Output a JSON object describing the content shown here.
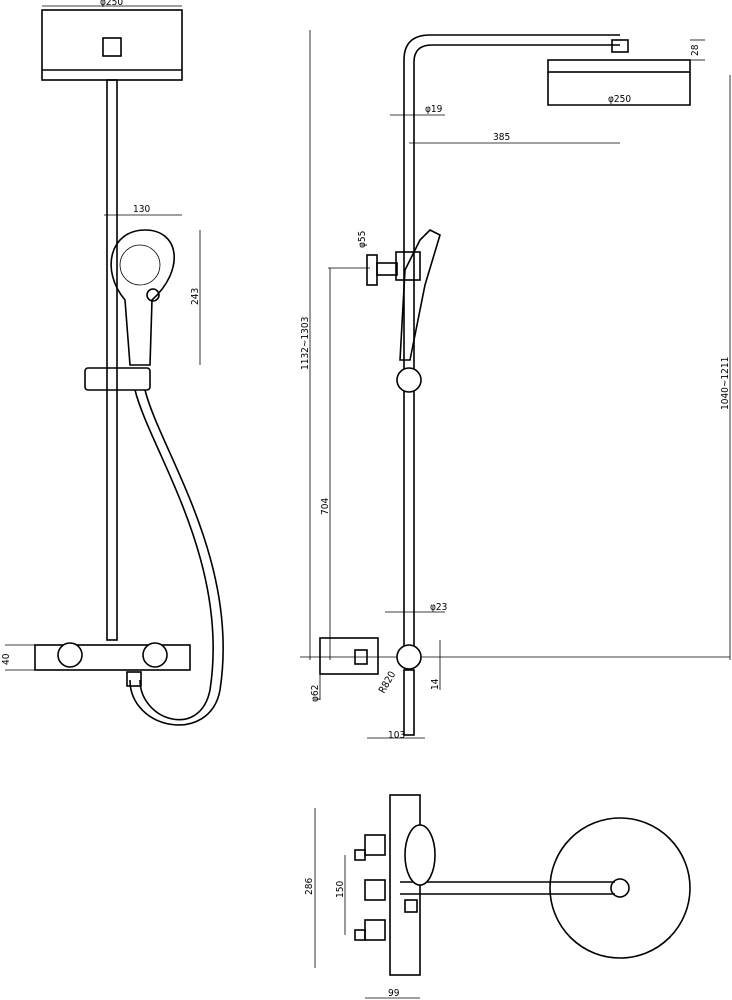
{
  "title": "Shower system dimension drawing",
  "front_view": {
    "head_diameter": "φ250",
    "hand_width": "130",
    "hand_height": "243",
    "valve_height": "40"
  },
  "side_view": {
    "head_diameter": "φ250",
    "head_thickness": "28",
    "rail_diameter": "φ19",
    "arm_reach": "385",
    "holder_diameter": "φ55",
    "total_height": "1132~1303",
    "head_height": "1040~1211",
    "holder_height": "704",
    "pipe_diameter": "φ23",
    "flange_diameter": "φ62",
    "radius": "R820",
    "offset": "14",
    "valve_depth": "103"
  },
  "top_view": {
    "depth": "286",
    "spacing": "150",
    "offset": "99"
  }
}
